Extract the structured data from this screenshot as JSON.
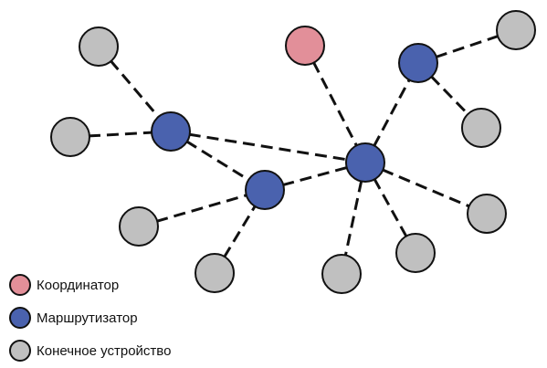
{
  "colors": {
    "coordinator": "#e28f99",
    "router": "#4a62ae",
    "end_device": "#c0c0c0",
    "edge": "#111111"
  },
  "nodes": [
    {
      "id": "coordinator",
      "type": "coordinator"
    },
    {
      "id": "router-left",
      "type": "router"
    },
    {
      "id": "router-center",
      "type": "router"
    },
    {
      "id": "router-main",
      "type": "router"
    },
    {
      "id": "router-right",
      "type": "router"
    },
    {
      "id": "end-top-left",
      "type": "end_device"
    },
    {
      "id": "end-left",
      "type": "end_device"
    },
    {
      "id": "end-top-right",
      "type": "end_device"
    },
    {
      "id": "end-right-mid",
      "type": "end_device"
    },
    {
      "id": "end-right",
      "type": "end_device"
    },
    {
      "id": "end-bottom-right",
      "type": "end_device"
    },
    {
      "id": "end-bottom-center",
      "type": "end_device"
    },
    {
      "id": "end-bottom-left",
      "type": "end_device"
    },
    {
      "id": "end-left-lower",
      "type": "end_device"
    }
  ],
  "edges": [
    [
      "end-top-left",
      "router-left"
    ],
    [
      "end-left",
      "router-left"
    ],
    [
      "router-left",
      "router-main"
    ],
    [
      "router-left",
      "router-center"
    ],
    [
      "router-center",
      "router-main"
    ],
    [
      "end-left-lower",
      "router-center"
    ],
    [
      "end-bottom-left",
      "router-center"
    ],
    [
      "coordinator",
      "router-main"
    ],
    [
      "router-main",
      "router-right"
    ],
    [
      "router-right",
      "end-top-right"
    ],
    [
      "router-right",
      "end-right-mid"
    ],
    [
      "router-main",
      "end-right"
    ],
    [
      "router-main",
      "end-bottom-right"
    ],
    [
      "router-main",
      "end-bottom-center"
    ]
  ],
  "legend": [
    {
      "type": "coordinator",
      "label": "Координатор"
    },
    {
      "type": "router",
      "label": "Маршрутизатор"
    },
    {
      "type": "end_device",
      "label": "Конечное устройство"
    }
  ]
}
